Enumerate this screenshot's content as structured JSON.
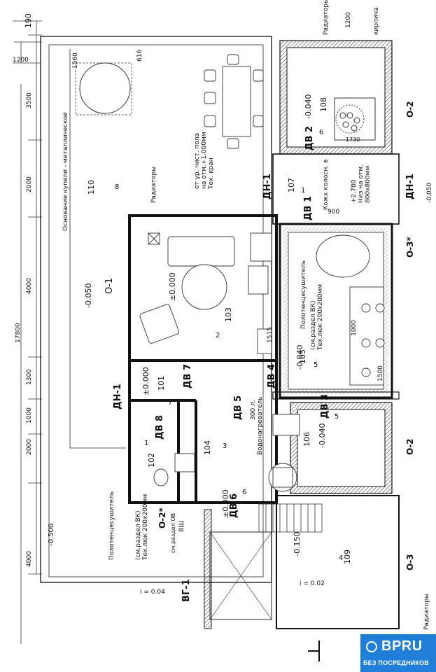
{
  "dims": {
    "left": [
      "190",
      "1200",
      "1560",
      "616",
      "3500",
      "2000",
      "4000",
      "17800",
      "1300",
      "1000",
      "2000",
      "4000"
    ],
    "top": [
      "1200"
    ],
    "right_top": [
      "1730",
      "1730",
      "800x800мм",
      "-0.050"
    ]
  },
  "rooms": [
    {
      "num": "110",
      "level": "-0.050",
      "name": "О-1"
    },
    {
      "num": "103",
      "level": "±0.000"
    },
    {
      "num": "101",
      "level": "±0.000"
    },
    {
      "num": "102"
    },
    {
      "num": "104"
    },
    {
      "num": "105",
      "level": "-0.040"
    },
    {
      "num": "106",
      "level": "-0.040"
    },
    {
      "num": "107"
    },
    {
      "num": "108",
      "level": "-0.040"
    },
    {
      "num": "109",
      "level": "-0.150"
    }
  ],
  "labels": {
    "radiators_top": "Радиаторы",
    "radiators_mid": "Радиаторы",
    "radiators_bot": "Радиаторы",
    "kirpicha": "кирпича",
    "base_cover": "Основание купели - металлическое",
    "crane1": "Тех. кран",
    "crane2": "на отм.+1.000мм",
    "crane3": "от ур. чист. пола",
    "kozh_crane": "Кран на отм.+1.000мм от ур. чист. пола",
    "hatch1": "Кожх колосн. в",
    "hatch2": "800х800мм",
    "hatch3": "Низ на отм.",
    "hatch4": "+2.780",
    "floor_heat": "Полотенцесушитель",
    "floor_heat2": "Полотенцесушитель",
    "vent1": "Тех.люк 200х200мм",
    "vent2": "(см.раздел ВК)",
    "vent3": "Тех.люк 200х200мм",
    "vent4": "(см.раздел ВК)",
    "heater": "Водонагреватель",
    "heater2": "300 л.",
    "vsh": "ВШ",
    "vsh2": "см.раздел ОВ",
    "i1": "i = 0.04",
    "i2": "i = 0.02",
    "level_m0500": "-0.500",
    "level_m0050_r": "-0.050",
    "level_0000_b": "±0.000",
    "d1515": "1515",
    "d1000": "1000",
    "d1500": "1500",
    "d900": "900",
    "d1730": "1730"
  },
  "doors": [
    "ДВ 1",
    "ДВ 2",
    "ДВ 3",
    "ДВ 4",
    "ДВ 5",
    "ДВ 6",
    "ДВ 7",
    "ДВ 8",
    "ДН-1",
    "ДН-1",
    "ДН-1",
    "ВГ-1"
  ],
  "windows": [
    "О-1",
    "О-2",
    "О-2",
    "О-2*",
    "О-3*",
    "О-3"
  ],
  "markers": [
    "1",
    "1",
    "2",
    "3",
    "4",
    "5",
    "5",
    "6",
    "6",
    "7",
    "8"
  ],
  "badge": {
    "logo": "BPRU",
    "subtitle": "БЕЗ ПОСРЕДНИКОВ"
  },
  "colors": {
    "line": "#222222",
    "hatch": "#555555",
    "badge": "#1f7fd8"
  }
}
